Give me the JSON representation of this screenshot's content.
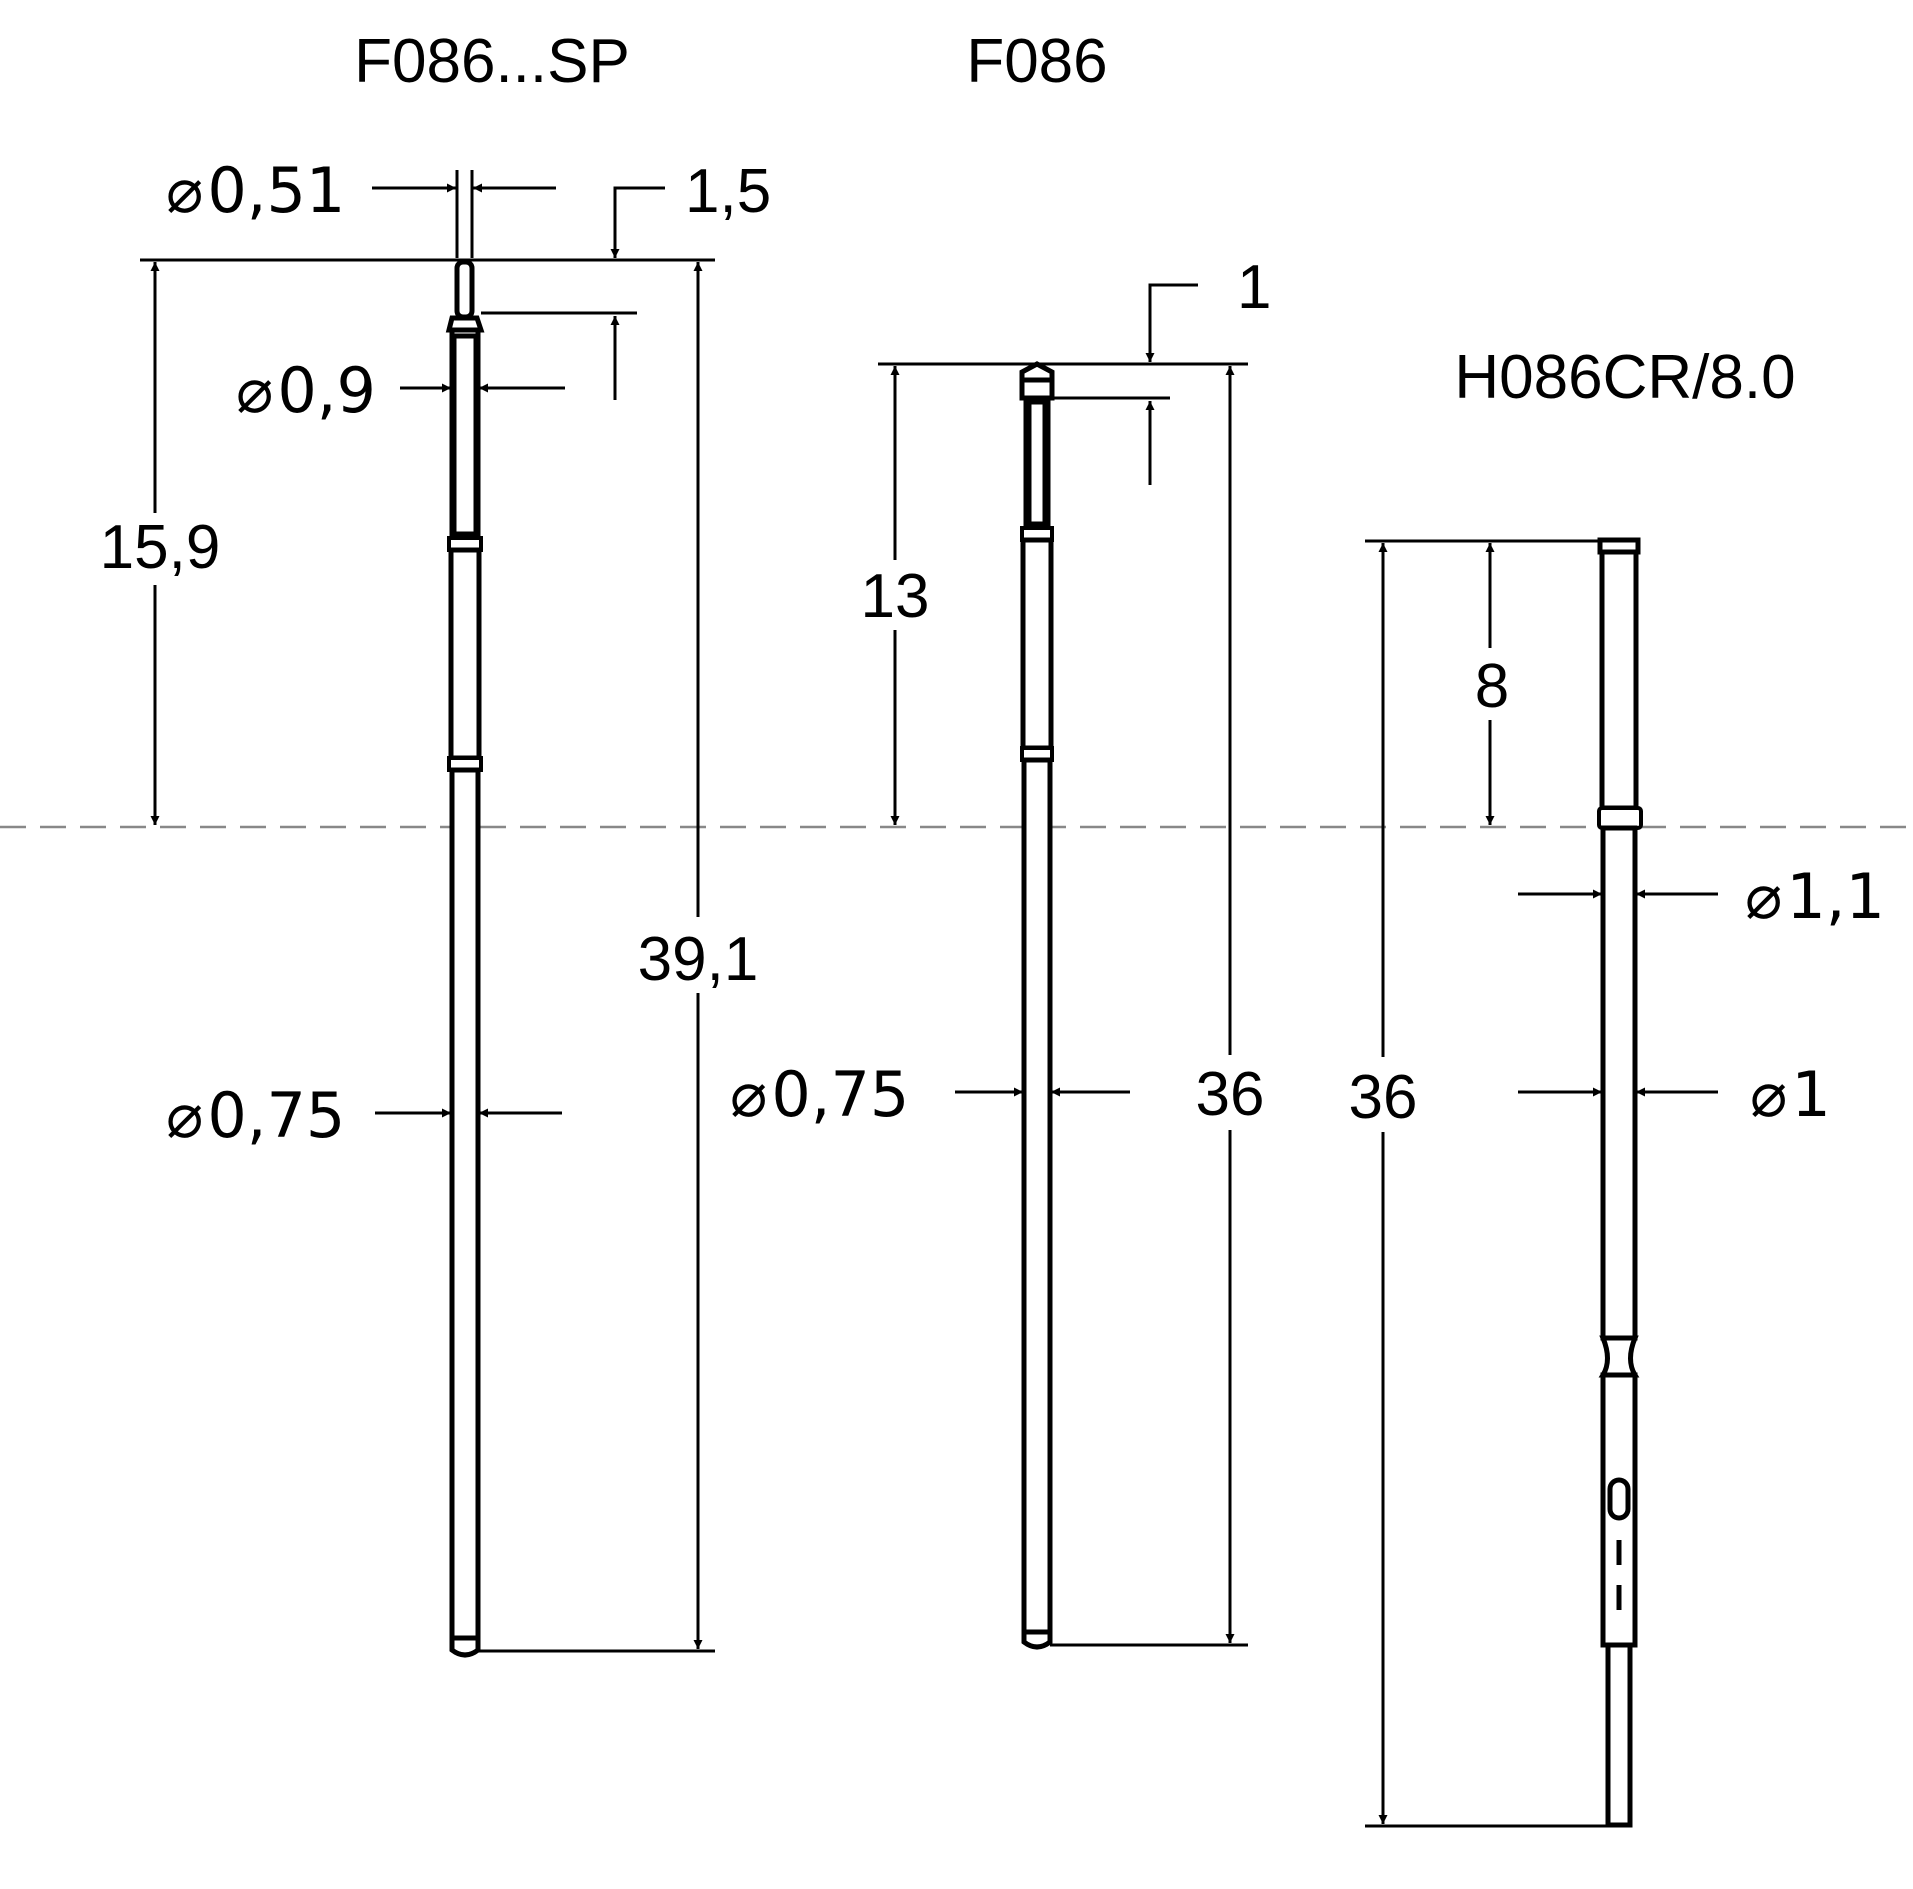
{
  "parts": {
    "f086sp": {
      "title": "F086...SP",
      "tip_diameter": "0,51",
      "tip_length": "1,5",
      "head_diameter": "0,9",
      "stroke_ref": "15,9",
      "total_length": "39,1",
      "shaft_diameter": "0,75"
    },
    "f086": {
      "title": "F086",
      "tip_length": "1",
      "stroke_ref": "13",
      "total_length": "36",
      "shaft_diameter": "0,75"
    },
    "h086": {
      "title": "H086CR/8.0",
      "collar_position": "8",
      "total_length": "36",
      "collar_diameter": "1,1",
      "body_diameter": "1"
    }
  },
  "symbols": {
    "diameter": "⌀"
  },
  "colors": {
    "line": "#000000",
    "center_line": "#888888",
    "background": "#ffffff"
  }
}
